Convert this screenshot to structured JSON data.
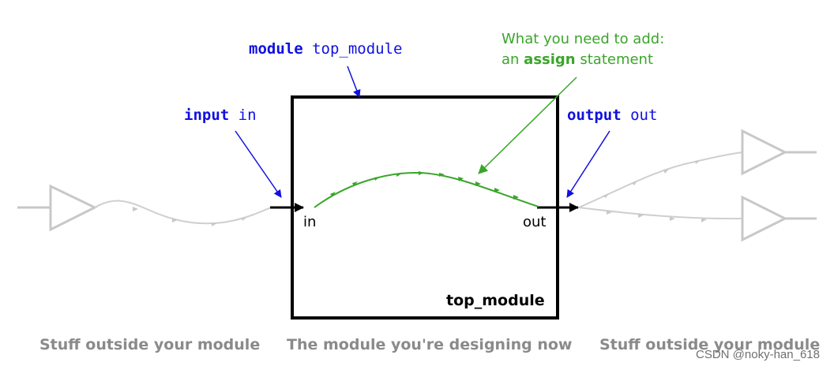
{
  "module_header": {
    "keyword": "module",
    "name": "top_module"
  },
  "input_header": {
    "keyword": "input",
    "name": "in"
  },
  "output_header": {
    "keyword": "output",
    "name": "out"
  },
  "annotation": {
    "line1": "What you need to add:",
    "line2_prefix": "an ",
    "line2_bold": "assign",
    "line2_suffix": " statement"
  },
  "box": {
    "port_in": "in",
    "port_out": "out",
    "title": "top_module"
  },
  "captions": {
    "left": "Stuff outside your module",
    "center": "The module you're designing now",
    "right": "Stuff outside your module"
  },
  "watermark": "CSDN @noky-han_618",
  "colors": {
    "keyword_blue": "#1010e0",
    "assign_green": "#3aa52a",
    "outside_gray": "#c8c8c8",
    "caption_gray": "#8a8a8a"
  }
}
